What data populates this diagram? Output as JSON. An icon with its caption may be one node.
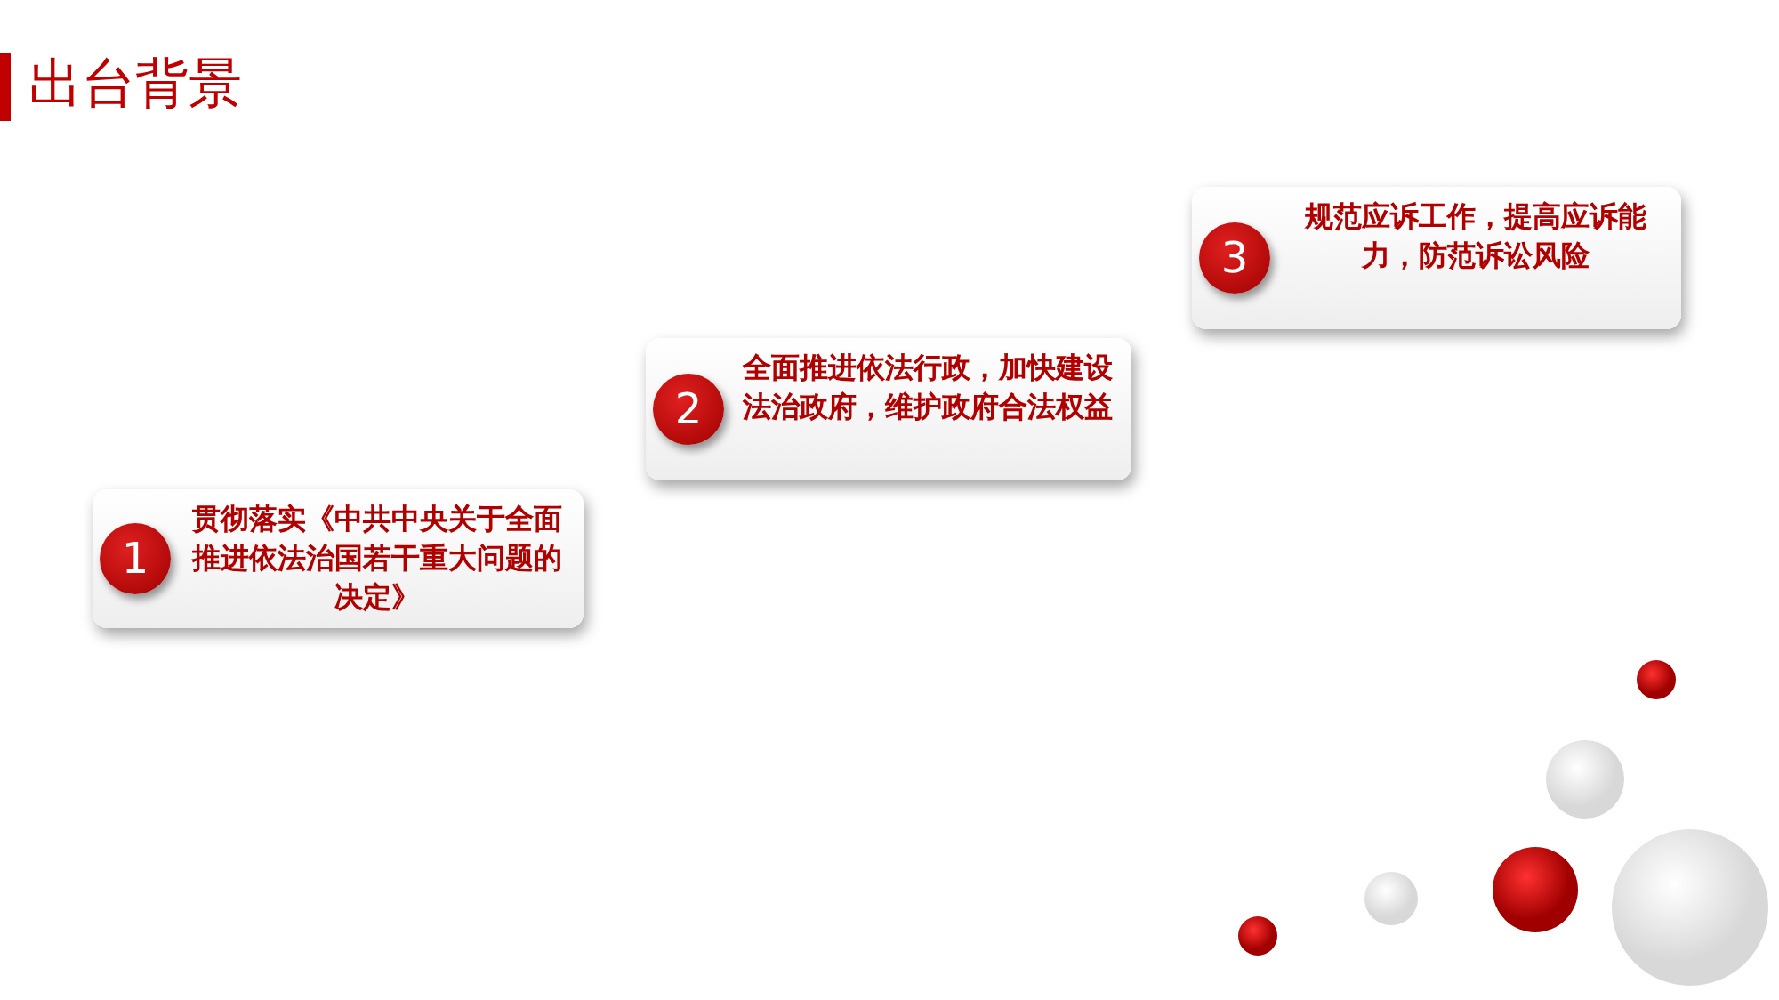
{
  "diagram": {
    "title": "出台背景",
    "nodes": [
      {
        "text": [
          "贯彻落实《中共中央关于全面推进依法治国若干重大问题的决定》"
        ]
      },
      {
        "text": [
          "1"
        ],
        "in": 0
      },
      {
        "text": [
          "全面推进依法行政，加快建设法治政府，维护政府合法权益"
        ]
      },
      {
        "text": [
          "2"
        ],
        "in": 2
      },
      {
        "text": [
          "规范应诉工作，提高应诉能力，防范诉讼风险"
        ]
      },
      {
        "text": [
          "3"
        ],
        "in": 4
      }
    ],
    "edges": []
  }
}
